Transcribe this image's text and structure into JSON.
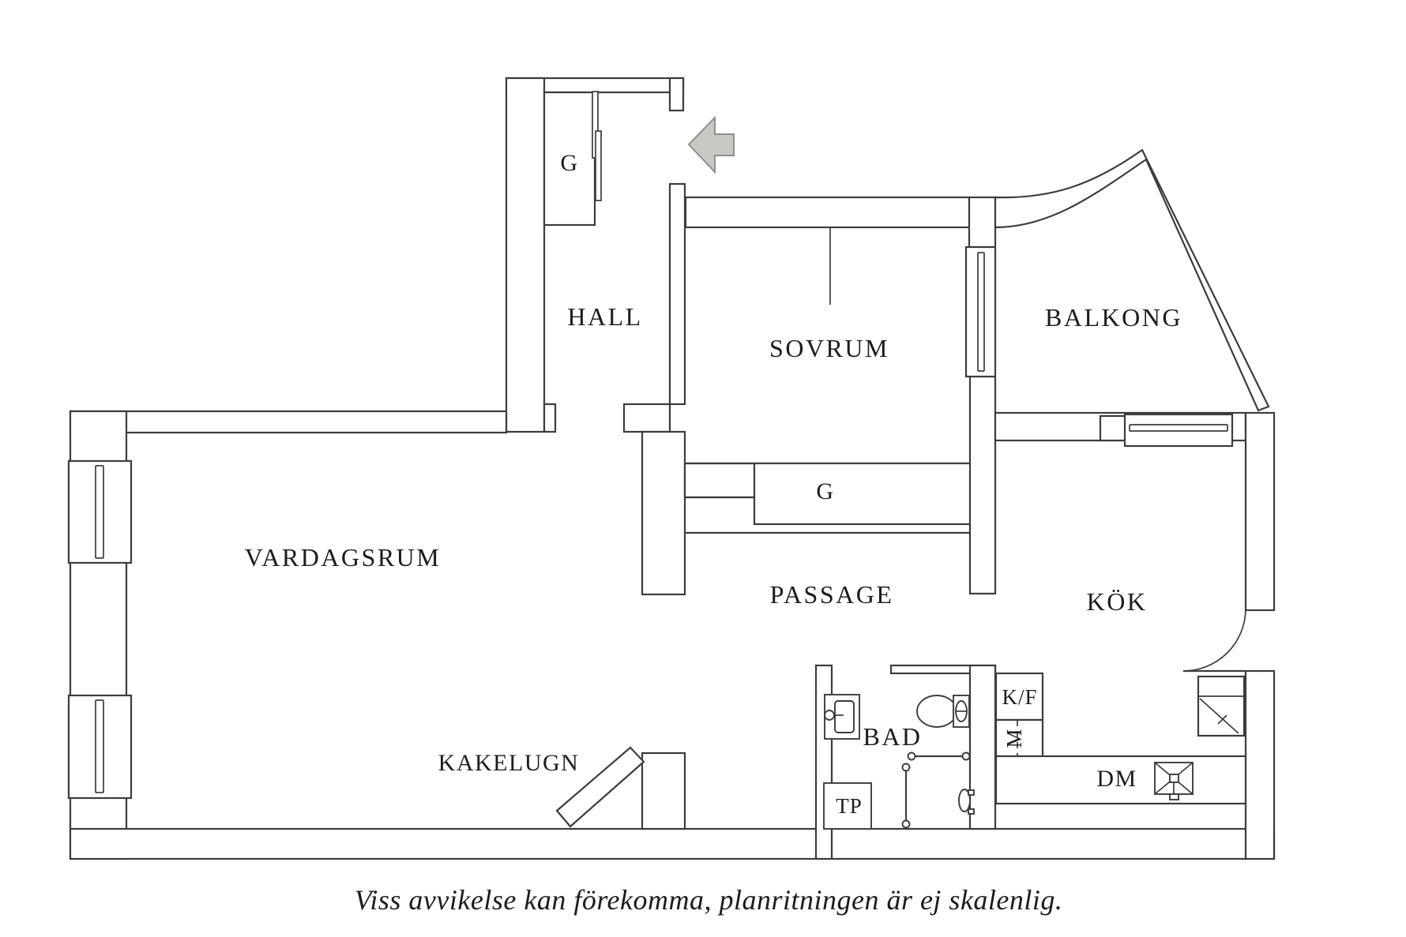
{
  "plan": {
    "rooms": {
      "hall": "HALL",
      "sovrum": "SOVRUM",
      "balkong": "BALKONG",
      "vardagsrum": "VARDAGSRUM",
      "passage": "PASSAGE",
      "kok": "KÖK",
      "bad": "BAD"
    },
    "labels": {
      "closet_hall": "G",
      "closet_passage": "G",
      "kakelugn": "KAKELUGN",
      "tp": "TP",
      "kyl_frys": "K/F",
      "micro": "M",
      "diskmaskin": "DM"
    },
    "caption": "Viss avvikelse kan förekomma, planritningen är ej skalenlig.",
    "colors": {
      "line": "#3c3c3c",
      "text": "#1c1c1c",
      "arrow_fill": "#c8c8c5",
      "arrow_stroke": "#8f8f8c",
      "background": "#ffffff"
    }
  }
}
